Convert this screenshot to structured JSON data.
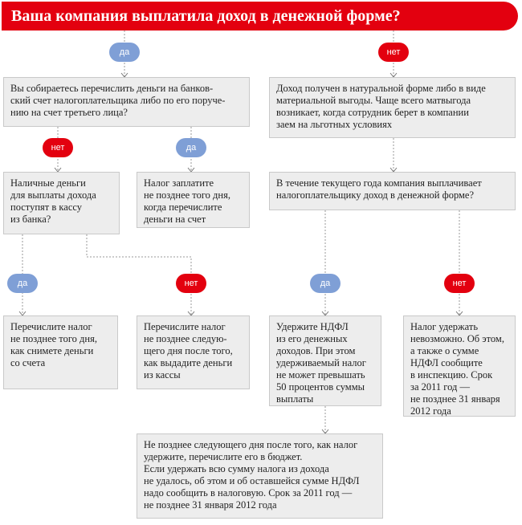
{
  "header": {
    "title": "Ваша компания выплатила доход в денежной форме?"
  },
  "labels": {
    "yes": "да",
    "no": "нет"
  },
  "boxes": {
    "transfer_question": "Вы собираетесь перечислить деньги на банков-\nский счет налогоплательщика либо по его поруче-\nнию на счет третьего лица?",
    "natural_income": "Доход получен в натуральной форме либо в виде\nматериальной выгоды. Чаще всего матвыгода\nвозникает, когда сотрудник берет в компании\nзаем на льготных условиях",
    "cash_question": "Наличные деньги\nдля выплаты дохода\nпоступят в кассу\nиз банка?",
    "tax_on_transfer": "Налог заплатите\nне позднее того дня,\nкогда перечислите\nденьги на счет",
    "cash_income_question": "В течение текущего года компания выплачивает\nналогоплательщику доход в денежной форме?",
    "tax_on_withdrawal": "Перечислите налог\nне позднее того дня,\nкак снимете деньги\nсо счета",
    "tax_next_day": "Перечислите налог\nне позднее следую-\nщего дня после того,\nкак выдадите деньги\nиз кассы",
    "withhold_ndfl": "Удержите НДФЛ\nиз его денежных\nдоходов. При этом\nудерживаемый налог\nне может превышать\n50 процентов суммы\nвыплаты",
    "impossible_to_withhold": "Налог удержать\nневозможно. Об этом,\nа также о сумме\nНДФЛ сообщите\nв инспекцию. Срок\nза 2011 год —\nне позднее 31 января\n2012 года",
    "final_note": "Не позднее следующего дня после того, как налог\nудержите, перечислите его в бюджет.\nЕсли удержать всю сумму налога из дохода\nне удалось, об этом и об оставшейся сумме НДФЛ\nнадо сообщить в налоговую. Срок за 2011 год —\nне позднее 31 января 2012 года"
  },
  "colors": {
    "header_red": "#e3000f",
    "yes_blue": "#7f9fd6",
    "no_red": "#e3000f",
    "box_gray": "#ededed"
  }
}
